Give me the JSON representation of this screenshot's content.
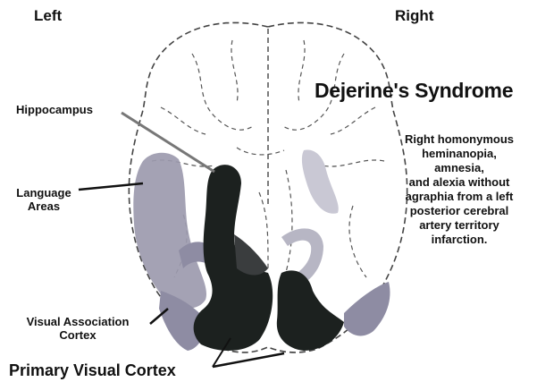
{
  "labels": {
    "left": "Left",
    "right": "Right",
    "title": "Dejerine's Syndrome",
    "description_lines": [
      "Right homonymous",
      "heminanopia,",
      "amnesia,",
      "and alexia without",
      "agraphia from a left",
      "posterior cerebral",
      "artery territory",
      "infarction."
    ],
    "hippocampus": "Hippocampus",
    "language_areas_1": "Language",
    "language_areas_2": "Areas",
    "visual_assoc_1": "Visual Association",
    "visual_assoc_2": "Cortex",
    "primary_visual": "Primary Visual Cortex"
  },
  "colors": {
    "infarct_dark": "#1c211f",
    "association_grey": "#8e8ca3",
    "language_grey": "#9c9aae",
    "right_hippocampus": "#c9c8d4",
    "outline": "#444444"
  }
}
